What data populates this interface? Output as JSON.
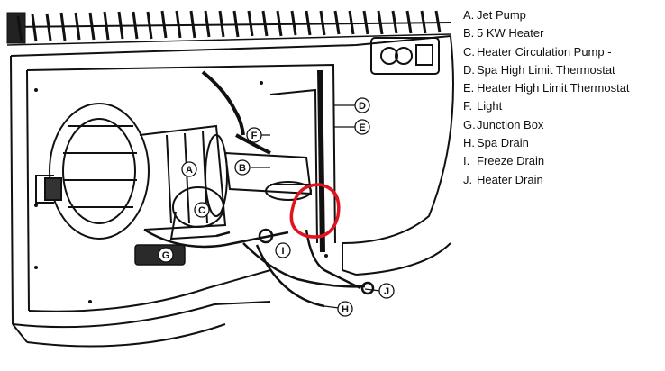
{
  "legend": {
    "items": [
      {
        "letter": "A.",
        "label": "Jet Pump"
      },
      {
        "letter": "B.",
        "label": "5 KW Heater"
      },
      {
        "letter": "C.",
        "label": "Heater Circulation Pump -"
      },
      {
        "letter": "D.",
        "label": "Spa High Limit Thermostat"
      },
      {
        "letter": "E.",
        "label": "Heater High Limit Thermostat"
      },
      {
        "letter": "F.",
        "label": "Light"
      },
      {
        "letter": "G.",
        "label": "Junction Box"
      },
      {
        "letter": "H.",
        "label": "Spa Drain"
      },
      {
        "letter": "I.",
        "label": "Freeze Drain"
      },
      {
        "letter": "J.",
        "label": "Heater Drain"
      }
    ]
  },
  "callouts": {
    "a": "A",
    "b": "B",
    "c": "C",
    "d": "D",
    "e": "E",
    "f": "F",
    "g": "G",
    "h": "H",
    "i": "I",
    "j": "J"
  },
  "colors": {
    "line": "#111111",
    "highlight": "#e0141e",
    "background": "#ffffff"
  }
}
